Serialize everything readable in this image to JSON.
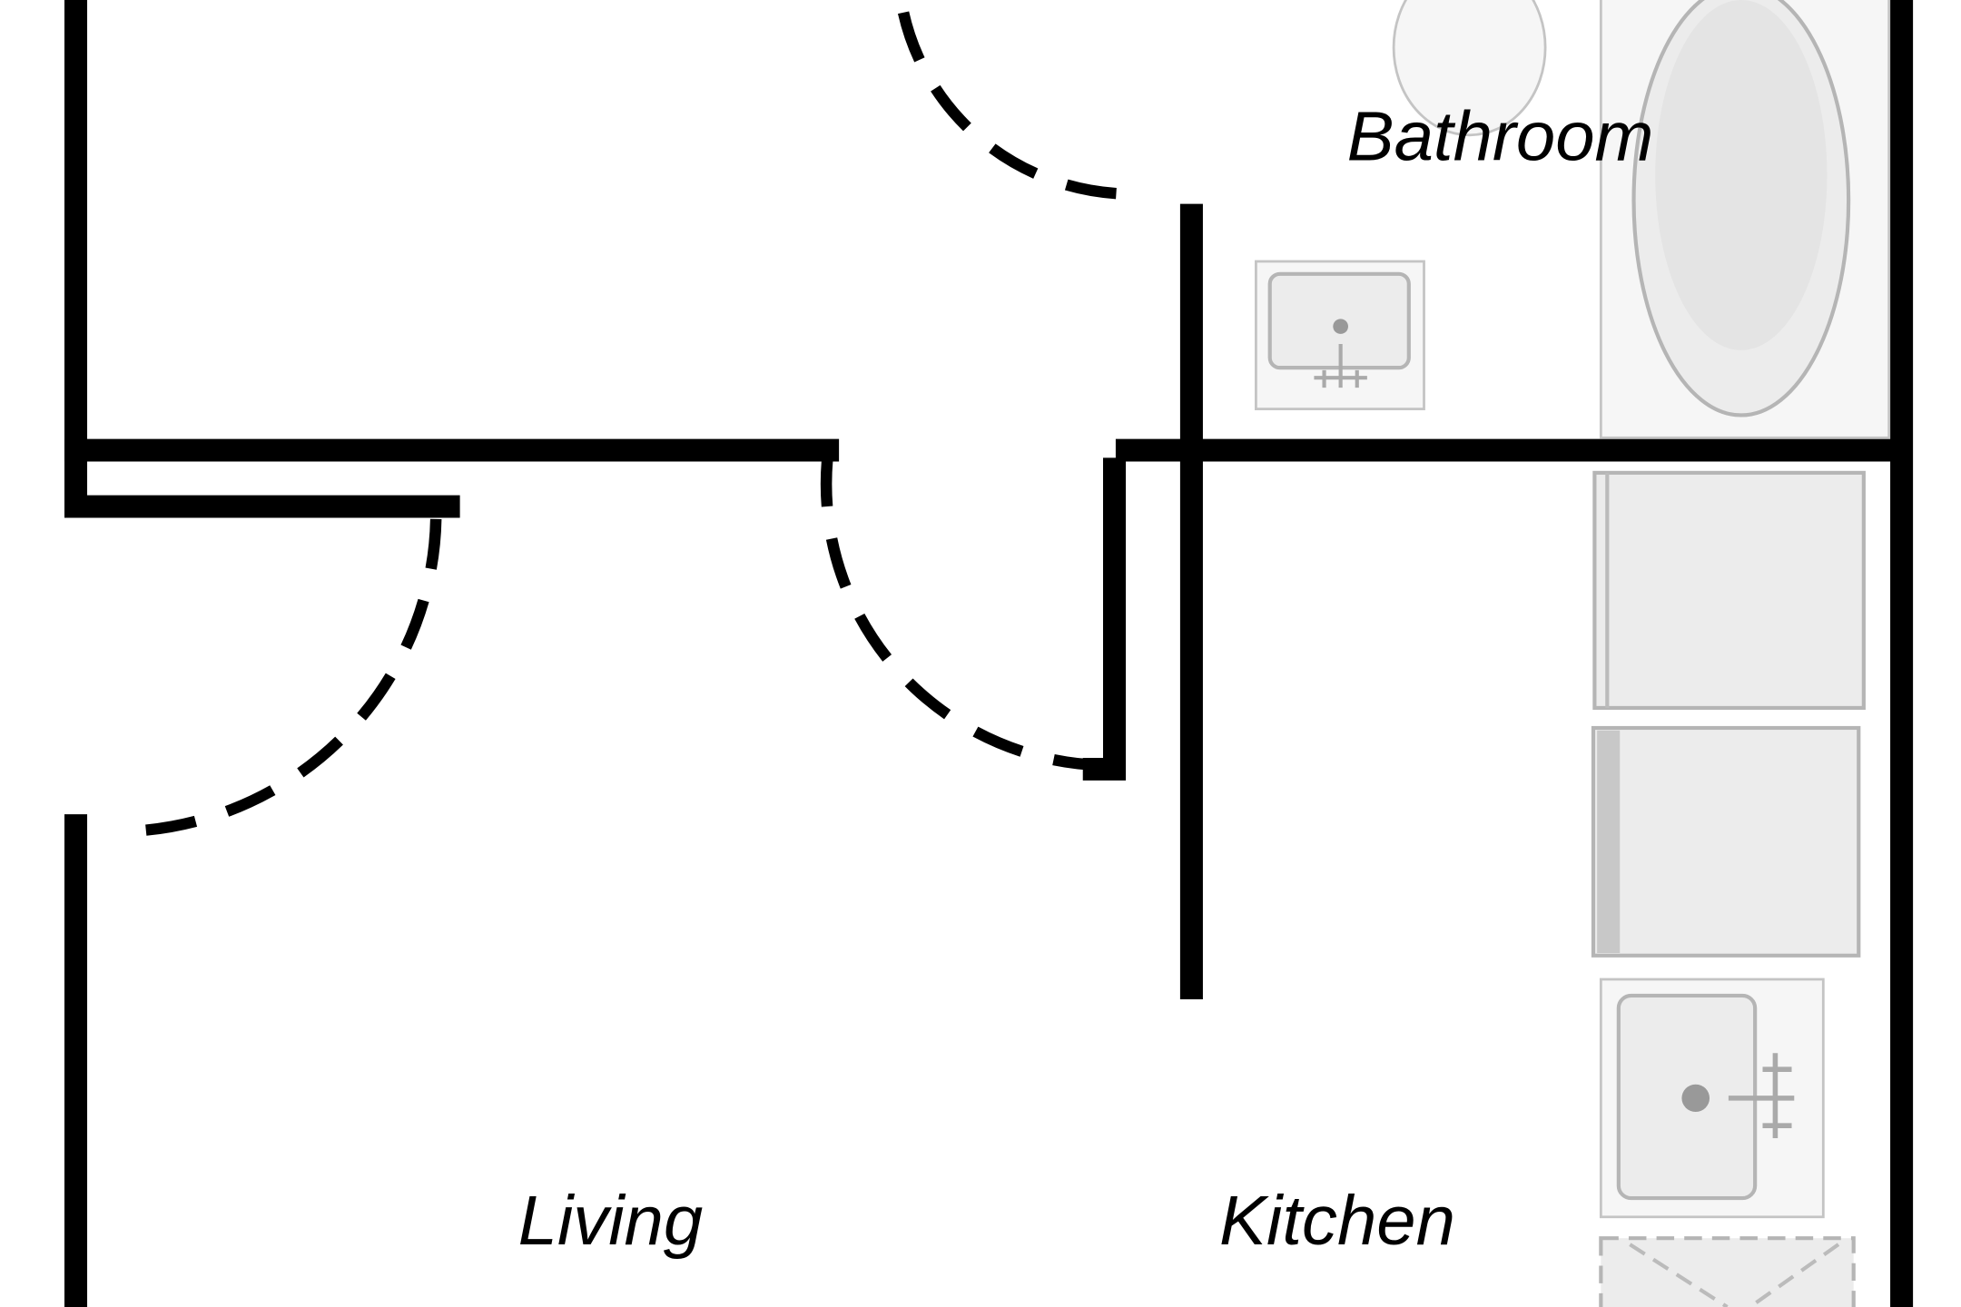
{
  "rooms": {
    "bathroom": "Bathroom",
    "living": "Living",
    "kitchen": "Kitchen"
  },
  "colors": {
    "wall": "#000000",
    "fixture": "#ececec",
    "background": "#ffffff"
  }
}
